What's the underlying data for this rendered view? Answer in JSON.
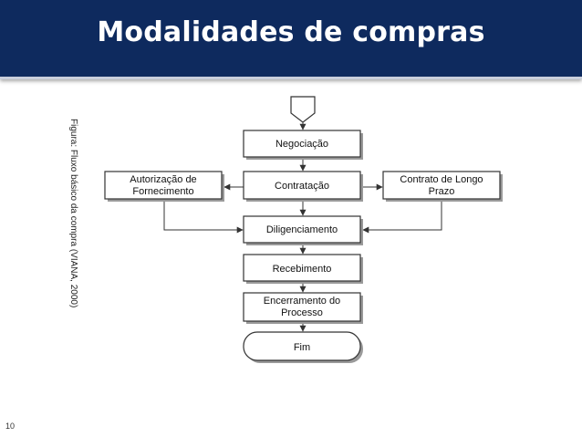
{
  "header": {
    "title": "Modalidades de compras"
  },
  "figure": {
    "caption": "Figura: Fluxo básico da compra (VIANA, 2000)",
    "nodes": {
      "negociacao": "Negociação",
      "contratacao": "Contratação",
      "autorizacao_l1": "Autorização de",
      "autorizacao_l2": "Fornecimento",
      "contrato_l1": "Contrato de Longo",
      "contrato_l2": "Prazo",
      "diligenciamento": "Diligenciamento",
      "recebimento": "Recebimento",
      "encerramento_l1": "Encerramento do",
      "encerramento_l2": "Processo",
      "fim": "Fim"
    }
  },
  "footer": {
    "page_number": "10"
  }
}
